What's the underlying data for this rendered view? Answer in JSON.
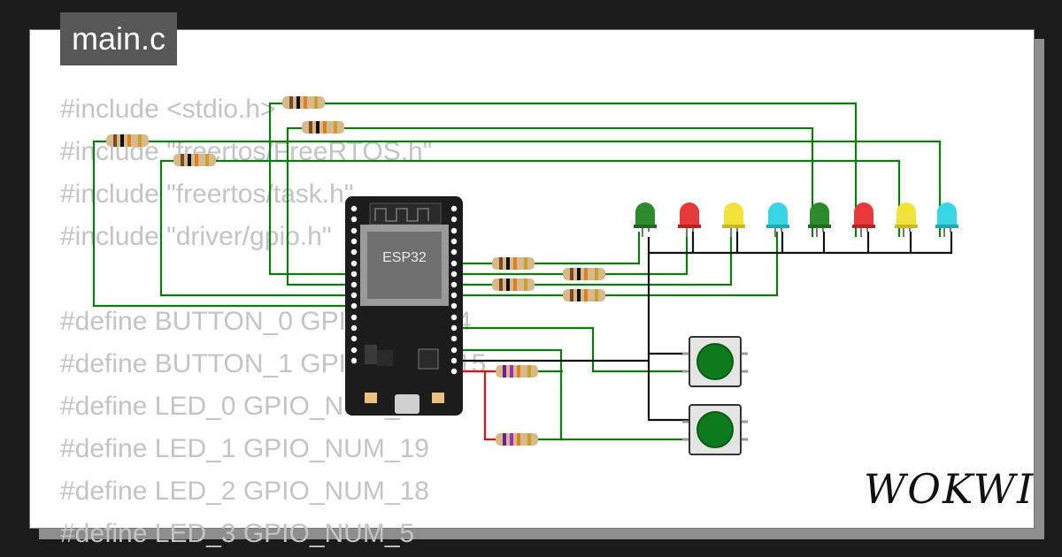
{
  "editor": {
    "tab_label": "main.c",
    "code_lines": [
      "#include <stdio.h>",
      "#include \"freertos/FreeRTOS.h\"",
      "#include \"freertos/task.h\"",
      "#include \"driver/gpio.h\"",
      "",
      "#define BUTTON_0 GPIO_NUM_4",
      "#define BUTTON_1 GPIO_NUM_15",
      "#define LED_0 GPIO_NUM_21",
      "#define LED_1 GPIO_NUM_19",
      "#define LED_2 GPIO_NUM_18",
      "#define LED_3 GPIO_NUM_5"
    ]
  },
  "board": {
    "label": "ESP32"
  },
  "brand": {
    "logo_text": "WOKWI"
  },
  "colors": {
    "wire_green": "#0a7d0a",
    "wire_black": "#111111",
    "wire_red": "#e01010",
    "board": "#1c1c1c",
    "led_green": "#2b8a2b",
    "led_red": "#e83a3a",
    "led_yellow": "#f2e23a",
    "led_cyan": "#38d6e4"
  },
  "leds": [
    {
      "color": "green"
    },
    {
      "color": "red"
    },
    {
      "color": "yellow"
    },
    {
      "color": "cyan"
    },
    {
      "color": "green"
    },
    {
      "color": "red"
    },
    {
      "color": "yellow"
    },
    {
      "color": "cyan"
    }
  ],
  "buttons": [
    {
      "color": "green"
    },
    {
      "color": "green"
    }
  ]
}
